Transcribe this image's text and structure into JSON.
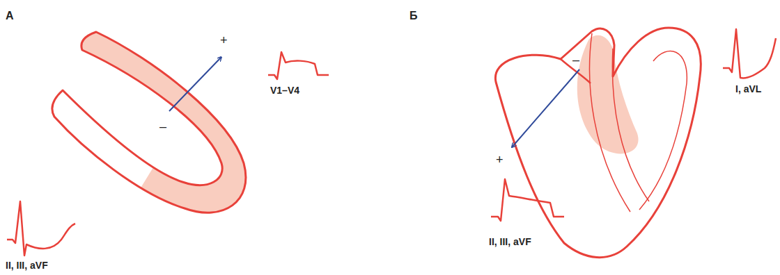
{
  "diagram": {
    "labels": [
      "А",
      "+",
      "–",
      "V1–V4",
      "II, III, aVF",
      "Б",
      "–",
      "+",
      "I, aVL",
      "II, III, aVF"
    ]
  }
}
